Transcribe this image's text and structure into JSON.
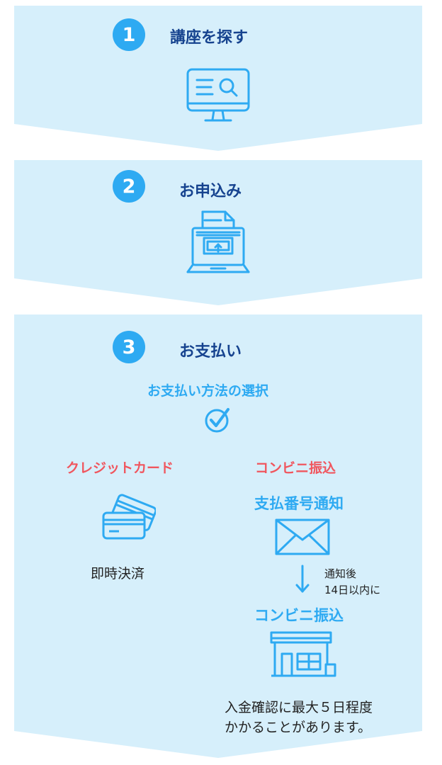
{
  "steps": [
    {
      "number": "1",
      "title": "講座を探す",
      "icon": "monitor-search-icon"
    },
    {
      "number": "2",
      "title": "お申込み",
      "icon": "laptop-document-upload-icon"
    },
    {
      "number": "3",
      "title": "お支払い",
      "icon": "checkmark-circle-icon"
    }
  ],
  "payment": {
    "method_heading": "お支払い方法の選択",
    "credit": {
      "heading": "クレジットカード",
      "icon": "credit-cards-icon",
      "desc": "即時決済"
    },
    "convenience": {
      "heading": "コンビニ振込",
      "notice_heading": "支払番号通知",
      "mail_icon": "envelope-icon",
      "arrow_icon": "arrow-down-icon",
      "timing_line1": "通知後",
      "timing_line2": "14日以内に",
      "pay_heading": "コンビニ振込",
      "store_icon": "convenience-store-icon",
      "note_line1": "入金確認に最大５日程度",
      "note_line2": "かかることがあります。"
    }
  },
  "colors": {
    "panel_bg": "#d6effb",
    "accent_blue": "#2eaaf2",
    "title_navy": "#16438f",
    "accent_red": "#f0565e"
  }
}
